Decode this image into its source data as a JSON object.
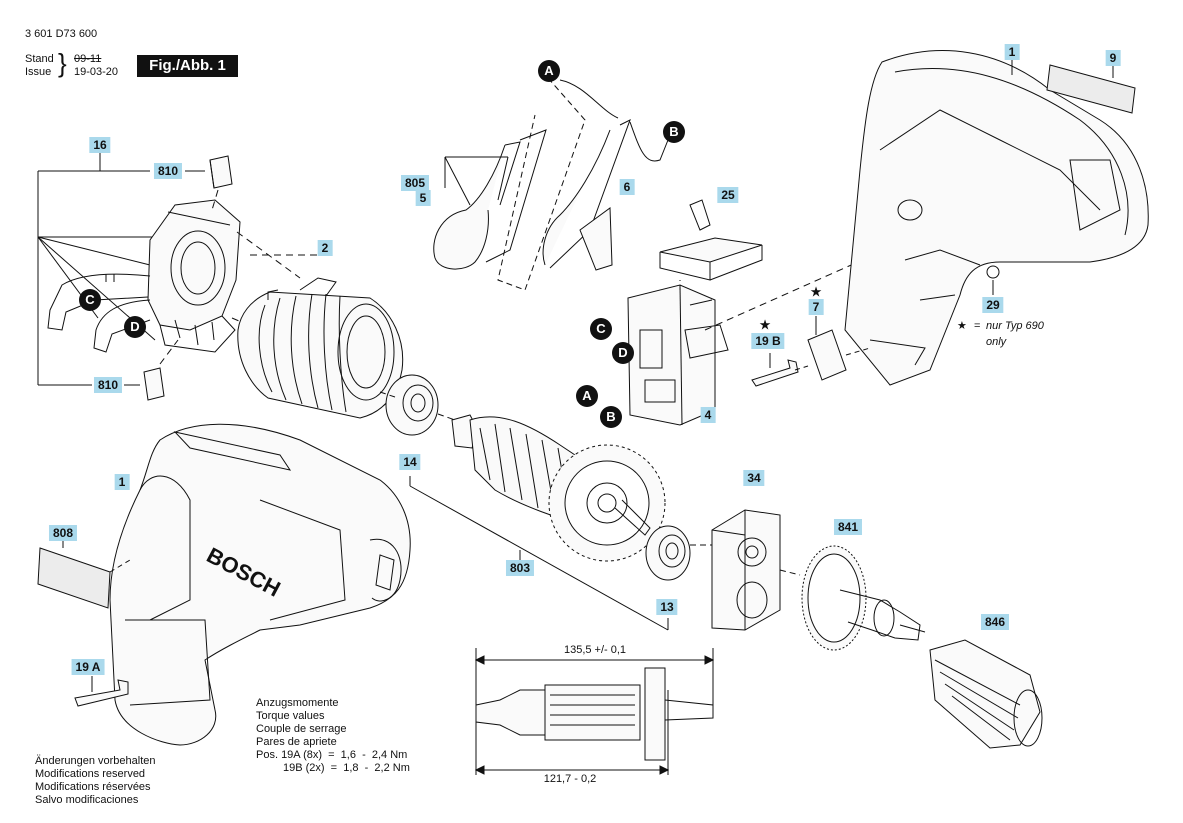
{
  "header": {
    "part_number": "3 601 D73 600",
    "stand_label": "Stand",
    "issue_label": "Issue",
    "brace": "}",
    "old_date": "09-11",
    "new_date": "19-03-20",
    "figure": "Fig./Abb. 1"
  },
  "callouts": {
    "c1_top": "1",
    "c9": "9",
    "c16": "16",
    "c810_top": "810",
    "c810_bot": "810",
    "c805": "805",
    "c5": "5",
    "c6": "6",
    "c25": "25",
    "c2": "2",
    "c29": "29",
    "c7": "7",
    "c19b": "19 B",
    "c4": "4",
    "c14": "14",
    "c34": "34",
    "c841": "841",
    "c1_bot": "1",
    "c808": "808",
    "c803": "803",
    "c13": "13",
    "c846": "846",
    "c19a": "19 A"
  },
  "letters": {
    "a_top": "A",
    "b_top": "B",
    "c_left": "C",
    "d_left": "D",
    "c_sw": "C",
    "d_sw": "D",
    "a_sw": "A",
    "b_sw": "B"
  },
  "star_symbol": "★",
  "star_note": {
    "symbol": "★",
    "equals": "=",
    "text": "nur Typ 690",
    "text2": "only"
  },
  "torque": {
    "l1": "Anzugsmomente",
    "l2": "Torque values",
    "l3": "Couple de serrage",
    "l4": "Pares de apriete",
    "l5": "Pos. 19A (8x)  =  1,6  -  2,4 Nm",
    "l6": "19B (2x)  =  1,8  -  2,2 Nm"
  },
  "changes": {
    "l1": "Änderungen vorbehalten",
    "l2": "Modifications reserved",
    "l3": "Modifications réservées",
    "l4": "Salvo modificaciones"
  },
  "dimensions": {
    "top": "135,5 +/- 0,1",
    "bottom": "121,7 - 0,2"
  },
  "brand": "BOSCH"
}
